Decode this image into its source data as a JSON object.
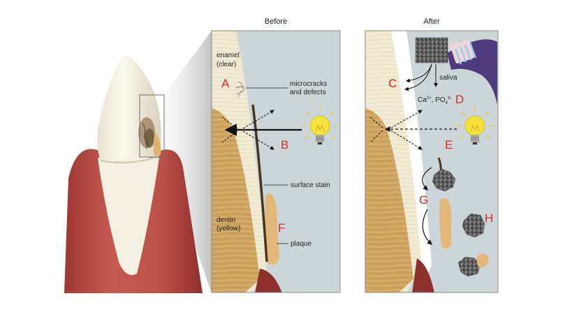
{
  "panels": {
    "before": {
      "title": "Before"
    },
    "after": {
      "title": "After"
    }
  },
  "labels": {
    "enamel_line1": "enamel",
    "enamel_line2": "(clear)",
    "microcracks_line1": "microcracks",
    "microcracks_line2": "and defects",
    "surface_stain": "surface stain",
    "dentin_line1": "dentin",
    "dentin_line2": "(yellow)",
    "plaque": "plaque",
    "saliva": "saliva",
    "ions_ca": "Ca",
    "ions_ca_sup": "2+",
    "ions_sep": ", PO",
    "ions_po_sub": "4",
    "ions_po_sup": "3-"
  },
  "markers": {
    "A": "A",
    "B": "B",
    "C": "C",
    "D": "D",
    "E": "E",
    "F": "F",
    "G": "G",
    "H": "H"
  },
  "colors": {
    "marker_red": "#d9272e",
    "panel_bg": "#ccd6d8",
    "enamel": "#f1ebd4",
    "dentin": "#cfa460",
    "gum": "#b64a43",
    "bulb": "#f5e23a",
    "stain": "#4a3520"
  }
}
